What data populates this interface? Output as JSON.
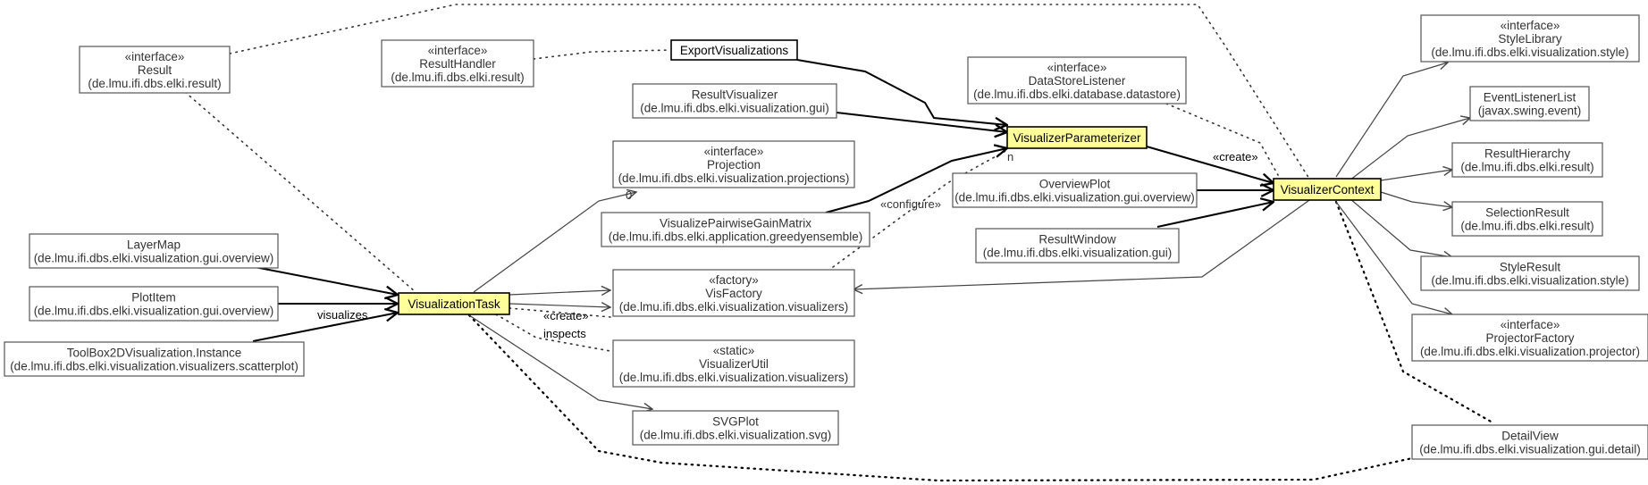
{
  "nodes": {
    "result": [
      "«interface»",
      "Result",
      "(de.lmu.ifi.dbs.elki.result)"
    ],
    "result_handler": [
      "«interface»",
      "ResultHandler",
      "(de.lmu.ifi.dbs.elki.result)"
    ],
    "export_visualizations": [
      "ExportVisualizations"
    ],
    "result_visualizer": [
      "ResultVisualizer",
      "(de.lmu.ifi.dbs.elki.visualization.gui)"
    ],
    "projection": [
      "«interface»",
      "Projection",
      "(de.lmu.ifi.dbs.elki.visualization.projections)"
    ],
    "visualize_pairwise_gain_matrix": [
      "VisualizePairwiseGainMatrix",
      "(de.lmu.ifi.dbs.elki.application.greedyensemble)"
    ],
    "layer_map": [
      "LayerMap",
      "(de.lmu.ifi.dbs.elki.visualization.gui.overview)"
    ],
    "plot_item": [
      "PlotItem",
      "(de.lmu.ifi.dbs.elki.visualization.gui.overview)"
    ],
    "toolbox_instance": [
      "ToolBox2DVisualization.Instance",
      "(de.lmu.ifi.dbs.elki.visualization.visualizers.scatterplot)"
    ],
    "visualization_task": [
      "VisualizationTask"
    ],
    "vis_factory": [
      "«factory»",
      "VisFactory",
      "(de.lmu.ifi.dbs.elki.visualization.visualizers)"
    ],
    "visualizer_util": [
      "«static»",
      "VisualizerUtil",
      "(de.lmu.ifi.dbs.elki.visualization.visualizers)"
    ],
    "svg_plot": [
      "SVGPlot",
      "(de.lmu.ifi.dbs.elki.visualization.svg)"
    ],
    "data_store_listener": [
      "«interface»",
      "DataStoreListener",
      "(de.lmu.ifi.dbs.elki.database.datastore)"
    ],
    "visualizer_parameterizer": [
      "VisualizerParameterizer"
    ],
    "overview_plot": [
      "OverviewPlot",
      "(de.lmu.ifi.dbs.elki.visualization.gui.overview)"
    ],
    "result_window": [
      "ResultWindow",
      "(de.lmu.ifi.dbs.elki.visualization.gui)"
    ],
    "visualizer_context": [
      "VisualizerContext"
    ],
    "style_library": [
      "«interface»",
      "StyleLibrary",
      "(de.lmu.ifi.dbs.elki.visualization.style)"
    ],
    "event_listener_list": [
      "EventListenerList",
      "(javax.swing.event)"
    ],
    "result_hierarchy": [
      "ResultHierarchy",
      "(de.lmu.ifi.dbs.elki.result)"
    ],
    "selection_result": [
      "SelectionResult",
      "(de.lmu.ifi.dbs.elki.result)"
    ],
    "style_result": [
      "StyleResult",
      "(de.lmu.ifi.dbs.elki.visualization.style)"
    ],
    "projector_factory": [
      "«interface»",
      "ProjectorFactory",
      "(de.lmu.ifi.dbs.elki.visualization.projector)"
    ],
    "detail_view": [
      "DetailView",
      "(de.lmu.ifi.dbs.elki.visualization.gui.detail)"
    ]
  },
  "edge_labels": {
    "visualizes": "visualizes",
    "create_task": "«create»",
    "inspects": "inspects",
    "configure": "«configure»",
    "create_context": "«create»",
    "mult_n": "n",
    "mult_0": "0"
  }
}
